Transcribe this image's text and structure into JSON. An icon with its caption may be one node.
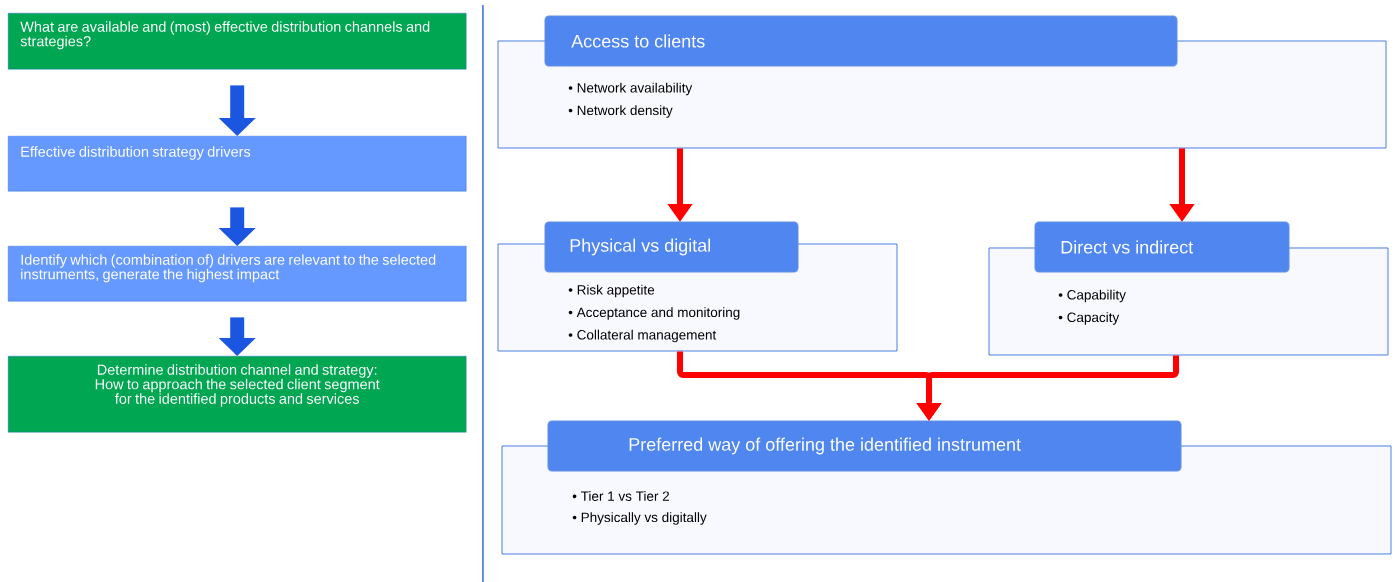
{
  "diagram": {
    "nodes": [
      {
        "text": [
          "What are available and (most) effective distribution channels and strategies?"
        ]
      },
      {
        "text": [
          "Effective distribution strategy drivers"
        ]
      },
      {
        "text": [
          "Identify which (combination of) drivers are relevant to the selected instruments, generate the highest impact"
        ]
      },
      {
        "text": [
          "Determine distribution channel and strategy:",
          "How to approach the selected client segment for the identified products and services"
        ]
      },
      {
        "text": [
          "Access to clients",
          "• Network availability",
          "• Network density"
        ]
      },
      {
        "text": [
          "Physical vs digital",
          "• Risk appetite",
          "• Acceptance and monitoring",
          "• Collateral management"
        ]
      },
      {
        "text": [
          "Direct vs indirect",
          "• Capability",
          "• Capacity"
        ]
      },
      {
        "text": [
          "Preferred way of offering the identified instrument",
          "• Tier 1 vs Tier 2",
          "• Physically vs digitally"
        ]
      }
    ],
    "edges": [
      {
        "from": 0,
        "to": 1,
        "arrow": "to",
        "style": "thick",
        "color": "#1a56e0"
      },
      {
        "from": 1,
        "to": 2,
        "arrow": "to",
        "style": "thick",
        "color": "#1a56e0"
      },
      {
        "from": 2,
        "to": 3,
        "arrow": "to",
        "style": "thick",
        "color": "#1a56e0"
      },
      {
        "from": 4,
        "to": 5,
        "arrow": "to",
        "color": "#ff0000"
      },
      {
        "from": 4,
        "to": 6,
        "arrow": "to",
        "color": "#ff0000"
      },
      {
        "from": 5,
        "to": 7,
        "arrow": "to",
        "color": "#ff0000"
      },
      {
        "from": 6,
        "to": 7,
        "arrow": "to",
        "color": "#ff0000"
      }
    ]
  }
}
